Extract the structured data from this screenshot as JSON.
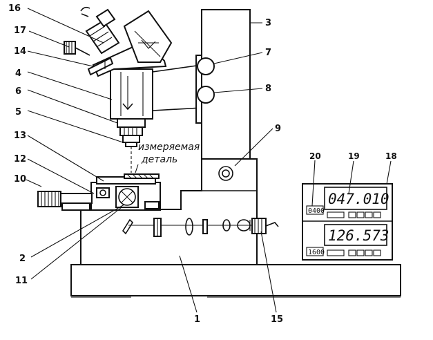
{
  "diagram": {
    "callouts": [
      "16",
      "17",
      "14",
      "4",
      "6",
      "5",
      "13",
      "12",
      "10",
      "2",
      "11",
      "3",
      "7",
      "8",
      "9",
      "20",
      "19",
      "18",
      "1",
      "15"
    ],
    "part_label": [
      "измеряемая",
      "деталь"
    ],
    "display_top": "047.010",
    "display_bottom": "126.573",
    "counter_top": "0400",
    "counter_bottom": "1600"
  }
}
